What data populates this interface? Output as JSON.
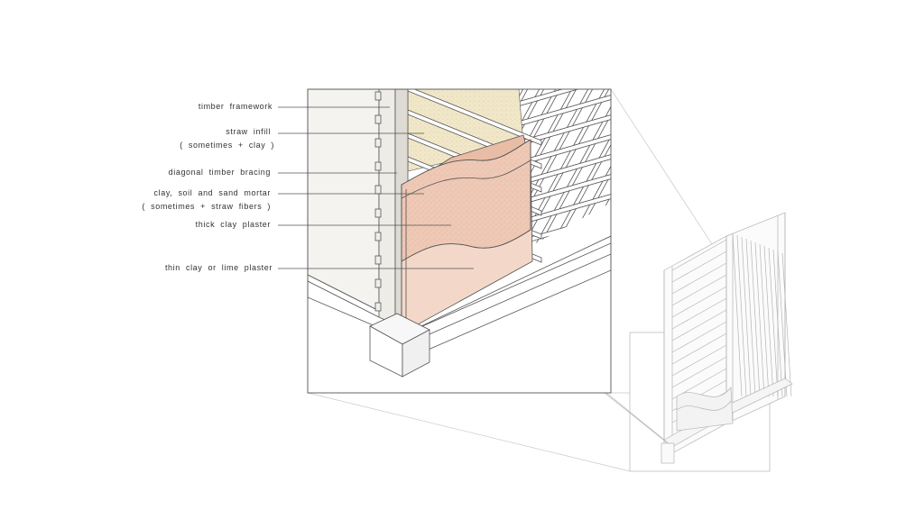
{
  "diagram": {
    "colors": {
      "line": "#555555",
      "light_line": "#b5b5b5",
      "straw": "#f1e7c9",
      "mortar": "#e8bca5",
      "thick_plaster": "#efc9b6",
      "thin_plaster": "#f3d8c9",
      "wall": "#f4f3f0"
    },
    "labels": [
      {
        "id": "timber-framework",
        "text": "timber  framework"
      },
      {
        "id": "straw-infill",
        "text": "straw  infill",
        "note": "( sometimes  +  clay )"
      },
      {
        "id": "diagonal-timber-bracing",
        "text": "diagonal  timber  bracing"
      },
      {
        "id": "clay-soil-sand-mortar",
        "text": "clay,  soil  and  sand  mortar",
        "note": "( sometimes  +  straw  fibers )"
      },
      {
        "id": "thick-clay-plaster",
        "text": "thick  clay  plaster"
      },
      {
        "id": "thin-clay-or-lime-plaster",
        "text": "thin  clay  or  lime  plaster"
      }
    ]
  }
}
